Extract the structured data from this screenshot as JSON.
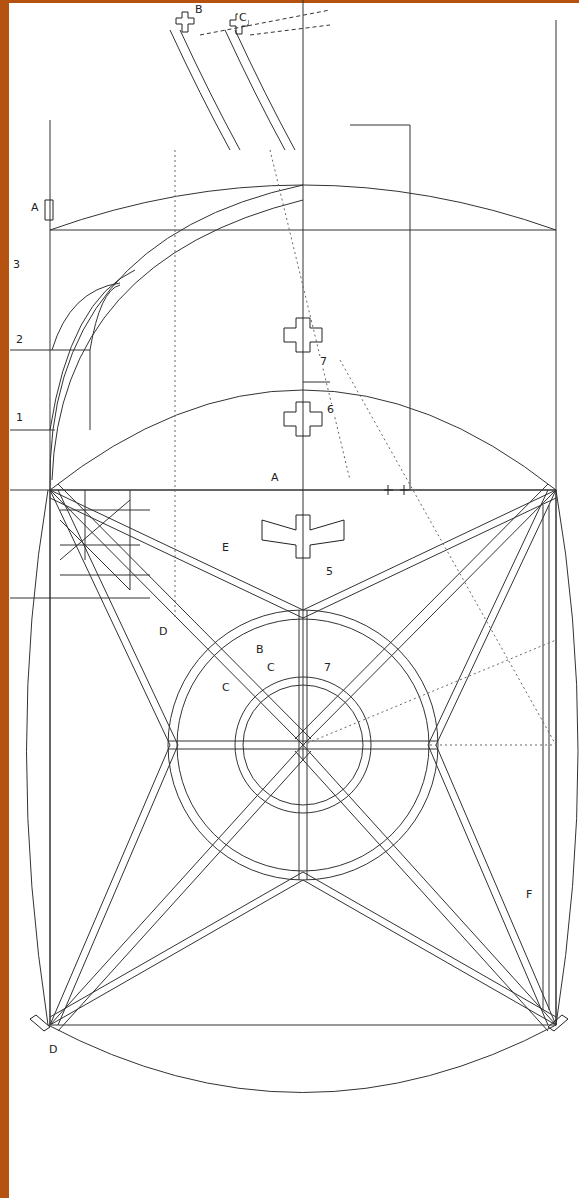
{
  "diagram": {
    "labels": [
      "B",
      "C",
      "A",
      "3",
      "2",
      "1",
      "7",
      "6",
      "A",
      "E",
      "5",
      "D",
      "B",
      "C",
      "7",
      "C",
      "F",
      "D"
    ]
  }
}
